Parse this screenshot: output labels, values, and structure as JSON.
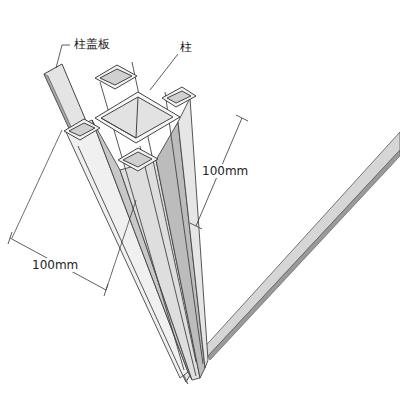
{
  "diagram": {
    "labels": [
      "柱盖板",
      "柱",
      "100mm",
      "100mm"
    ]
  }
}
